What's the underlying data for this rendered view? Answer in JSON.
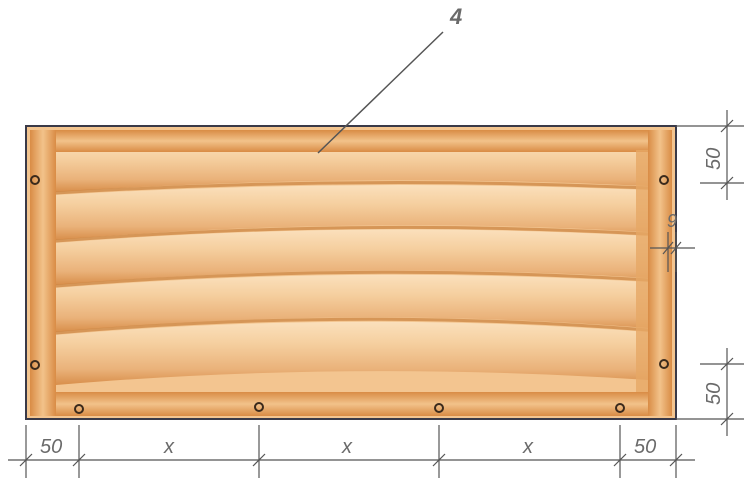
{
  "callout": {
    "label": "4"
  },
  "dimensions": {
    "bottom": [
      "50",
      "x",
      "x",
      "x",
      "50"
    ],
    "right_top": "50",
    "right_bottom": "50",
    "gap": "9"
  },
  "colors": {
    "wood_light": "#f6d2a6",
    "wood_mid": "#e9ac6a",
    "wood_dark": "#cf8440",
    "frame_line": "#3a3a48",
    "dim_line": "#555555",
    "dim_text": "#6a6a6a"
  }
}
